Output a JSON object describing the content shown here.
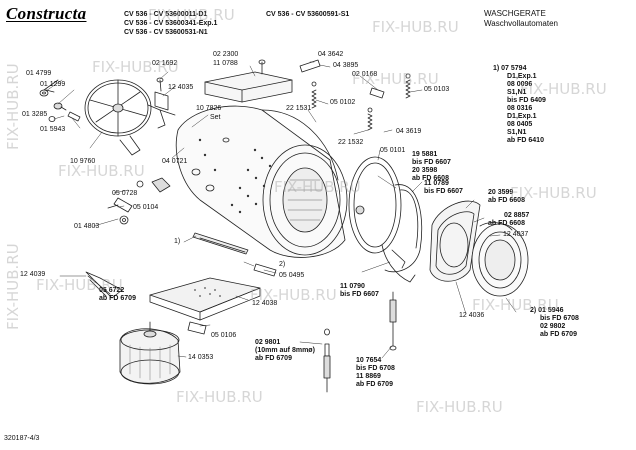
{
  "header": {
    "brand": "Constructa",
    "models_left": [
      "CV 536 - CV 53600011-D1",
      "CV 536 - CV 53600341-Exp.1",
      "CV 536 - CV 53600531-N1"
    ],
    "model_right": "CV 536 - CV 53600591-S1",
    "category": "WASCHGERATE",
    "subcategory": "Waschvollautomaten"
  },
  "footer_code": "320187-4/3",
  "watermark": "FIX-HUB.RU",
  "notes": {
    "note1": [
      "1)  07 5794",
      "D1,Exp.1",
      "08 0096",
      "S1,N1",
      "bis FD 6409",
      "08 0316",
      "D1,Exp.1",
      "08 0405",
      "S1,N1",
      "ab FD 6410"
    ],
    "note2": [
      "2)  01 5946",
      "bis FD 6708",
      "02 9802",
      "ab FD 6709"
    ]
  },
  "parts": [
    {
      "id": "p1",
      "text": "01 4799"
    },
    {
      "id": "p2",
      "text": "01 1299"
    },
    {
      "id": "p3",
      "text": "01 3285"
    },
    {
      "id": "p4",
      "text": "01 5943"
    },
    {
      "id": "p5",
      "text": "10 9760"
    },
    {
      "id": "p6",
      "text": "02 1692"
    },
    {
      "id": "p7",
      "text": "12 4035"
    },
    {
      "id": "p8",
      "text": "10 7826"
    },
    {
      "id": "p9",
      "text": "Set"
    },
    {
      "id": "p10",
      "text": "04 0721"
    },
    {
      "id": "p11",
      "text": "02 2300"
    },
    {
      "id": "p12",
      "text": "11 0788"
    },
    {
      "id": "p13",
      "text": "04 3642"
    },
    {
      "id": "p14",
      "text": "04 3895"
    },
    {
      "id": "p15",
      "text": "02 0168"
    },
    {
      "id": "p16",
      "text": "05 0103"
    },
    {
      "id": "p17",
      "text": "05 0102"
    },
    {
      "id": "p18",
      "text": "22 1531"
    },
    {
      "id": "p19",
      "text": "22 1532"
    },
    {
      "id": "p20",
      "text": "04 3619"
    },
    {
      "id": "p21",
      "text": "05 0101"
    },
    {
      "id": "p22",
      "text": "19 5881"
    },
    {
      "id": "p23",
      "text": "bis FD 6607"
    },
    {
      "id": "p24",
      "text": "20 3598"
    },
    {
      "id": "p25",
      "text": "ab FD 6608"
    },
    {
      "id": "p26",
      "text": "11 0789"
    },
    {
      "id": "p27",
      "text": "bis FD 6607"
    },
    {
      "id": "p28",
      "text": "20 3599"
    },
    {
      "id": "p29",
      "text": "ab FD 6608"
    },
    {
      "id": "p30",
      "text": "02 8857"
    },
    {
      "id": "p31",
      "text": "ab FD 6608"
    },
    {
      "id": "p32",
      "text": "12 4037"
    },
    {
      "id": "p33",
      "text": "05 0728"
    },
    {
      "id": "p34",
      "text": "05 0104"
    },
    {
      "id": "p35",
      "text": "01 4803"
    },
    {
      "id": "p36",
      "text": "1)"
    },
    {
      "id": "p37",
      "text": "2)"
    },
    {
      "id": "p38",
      "text": "05 0495"
    },
    {
      "id": "p39",
      "text": "12 4039"
    },
    {
      "id": "p40",
      "text": "05 6722"
    },
    {
      "id": "p41",
      "text": "ab FD 6709"
    },
    {
      "id": "p42",
      "text": "12 4038"
    },
    {
      "id": "p43",
      "text": "05 0106"
    },
    {
      "id": "p44",
      "text": "11 0790"
    },
    {
      "id": "p45",
      "text": "bis FD 6607"
    },
    {
      "id": "p46",
      "text": "12 4036"
    },
    {
      "id": "p47",
      "text": "14 0353"
    },
    {
      "id": "p48",
      "text": "02 9801"
    },
    {
      "id": "p49",
      "text": "(10mm auf 8mmø)"
    },
    {
      "id": "p50",
      "text": "ab FD 6709"
    },
    {
      "id": "p51",
      "text": "10 7654"
    },
    {
      "id": "p52",
      "text": "bis FD 6708"
    },
    {
      "id": "p53",
      "text": "11 8869"
    },
    {
      "id": "p54",
      "text": "ab FD 6709"
    }
  ]
}
